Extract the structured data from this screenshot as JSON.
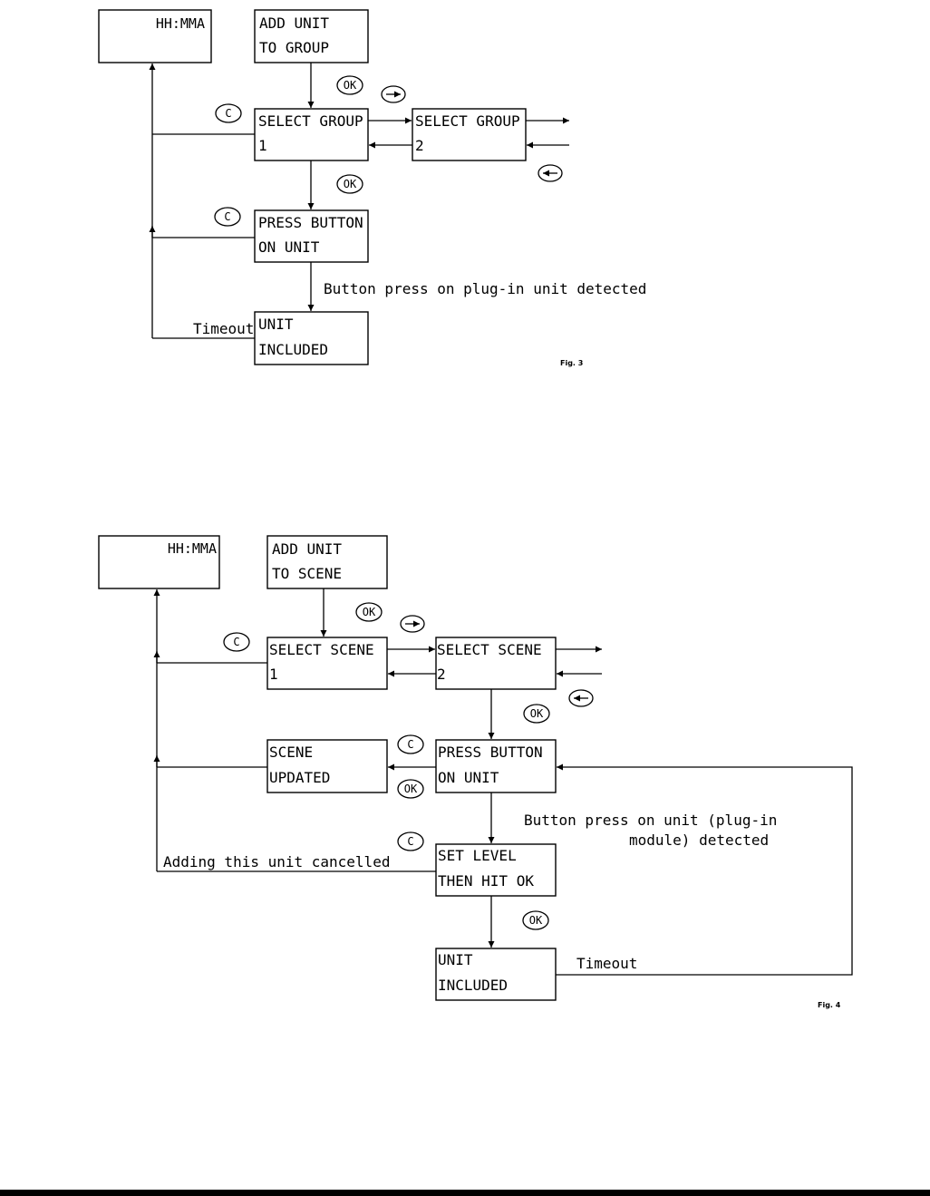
{
  "fig3": {
    "home_box": "HH:MMA",
    "add_unit_box": [
      "ADD UNIT",
      "TO GROUP"
    ],
    "select_group_1": [
      "SELECT GROUP",
      "1"
    ],
    "select_group_2": [
      "SELECT GROUP",
      "2"
    ],
    "press_button_box": [
      "PRESS BUTTON",
      "ON UNIT"
    ],
    "unit_included_box": [
      "UNIT",
      "INCLUDED"
    ],
    "button_press_label": "Button press on plug-in unit detected",
    "timeout_label": "Timeout",
    "figure_label": "Fig. 3",
    "ok_label": "OK",
    "c_label": "C"
  },
  "fig4": {
    "home_box": "HH:MMA",
    "add_unit_box": [
      "ADD UNIT",
      "TO SCENE"
    ],
    "select_scene_1": [
      "SELECT SCENE",
      "1"
    ],
    "select_scene_2": [
      "SELECT SCENE",
      "2"
    ],
    "scene_updated_box": [
      "SCENE",
      "UPDATED"
    ],
    "press_button_box": [
      "PRESS BUTTON",
      "ON UNIT"
    ],
    "set_level_box": [
      "SET LEVEL",
      "THEN HIT OK"
    ],
    "unit_included_box": [
      "UNIT",
      "INCLUDED"
    ],
    "button_press_label": [
      "Button press on unit (plug-in",
      "module) detected"
    ],
    "adding_cancelled_label": "Adding this unit cancelled",
    "timeout_label": "Timeout",
    "figure_label": "Fig. 4",
    "ok_label": "OK",
    "c_label": "C"
  }
}
